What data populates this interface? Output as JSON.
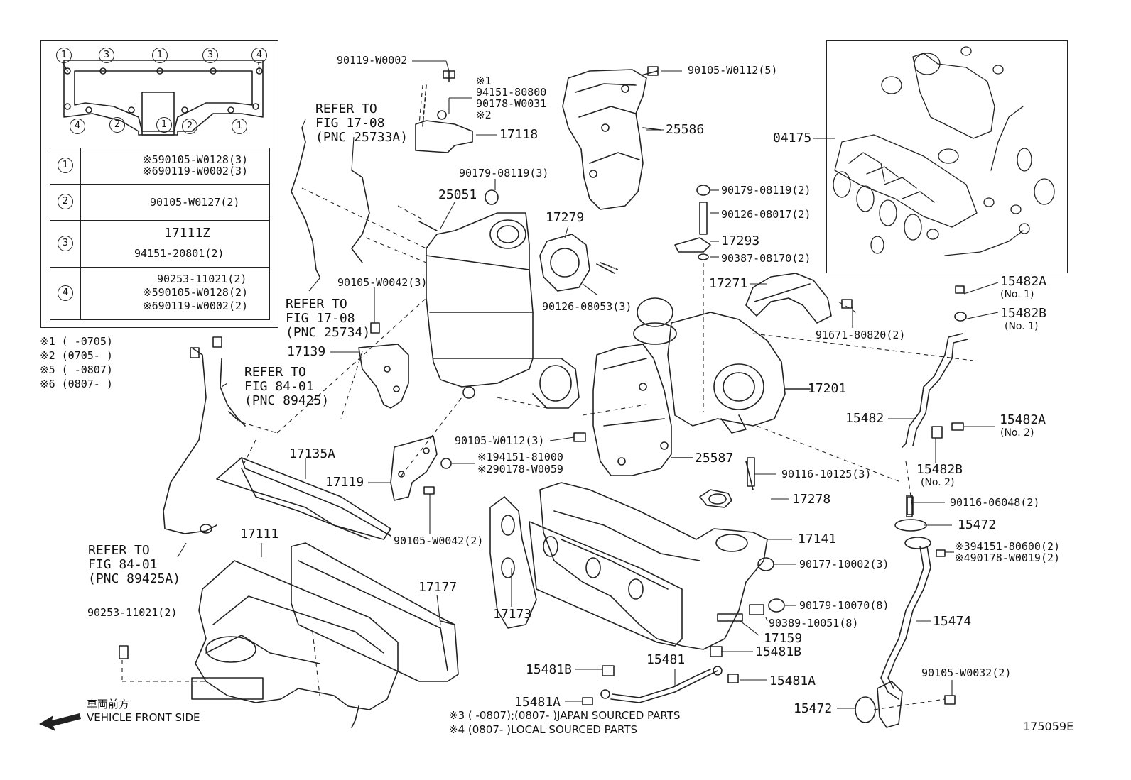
{
  "diagram_id": "175059E",
  "direction": {
    "jp": "車両前方",
    "en": "VEHICLE FRONT SIDE"
  },
  "footnotes": {
    "n1": "※1 (      -0705)",
    "n2": "※2 (0705-      )",
    "n5": "※5 (      -0807)",
    "n6": "※6 (0807-      )"
  },
  "sourcing_notes": {
    "s3": "※3 (      -0807);(0807-      )JAPAN SOURCED PARTS",
    "s4": "※4 (0807-      )LOCAL SOURCED PARTS"
  },
  "legend": {
    "gasket_numbers_top": [
      "1",
      "3",
      "1",
      "3",
      "4"
    ],
    "gasket_numbers_bottom": [
      "4",
      "2",
      "1",
      "2",
      "1"
    ],
    "rows": [
      {
        "num": "1",
        "lines": [
          "※590105-W0128(3)",
          "※690119-W0002(3)"
        ]
      },
      {
        "num": "2",
        "lines": [
          "90105-W0127(2)"
        ]
      },
      {
        "num": "3",
        "lines": [
          "17111Z",
          "94151-20801(2)"
        ]
      },
      {
        "num": "4",
        "lines": [
          "90253-11021(2)",
          "※590105-W0128(2)",
          "※690119-W0002(2)"
        ]
      }
    ]
  },
  "refer": {
    "r1": [
      "REFER TO",
      "FIG 17-08",
      "(PNC 25733A)"
    ],
    "r2": [
      "REFER TO",
      "FIG 17-08",
      "(PNC 25734)"
    ],
    "r3": [
      "REFER TO",
      "FIG 84-01",
      "(PNC 89425)"
    ],
    "r4": [
      "REFER TO",
      "FIG 84-01",
      "(PNC 89425A)"
    ]
  },
  "parts": {
    "p90119_w0002": "90119-W0002",
    "p_n1": "※1",
    "p94151_80800": "94151-80800",
    "p90178_w0031": "90178-W0031",
    "p_n2": "※2",
    "p17118": "17118",
    "p90105_w0112_5": "90105-W0112(5)",
    "p25586": "25586",
    "p04175": "04175",
    "p90179_08119_3": "90179-08119(3)",
    "p25051": "25051",
    "p17279": "17279",
    "p90179_08119_2": "90179-08119(2)",
    "p90126_08017_2": "90126-08017(2)",
    "p17293": "17293",
    "p90387_08170_2": "90387-08170(2)",
    "p17271": "17271",
    "p15482a_1": "15482A",
    "p15482a_1_no": "(No. 1)",
    "p15482b_1": "15482B",
    "p15482b_1_no": "(No. 1)",
    "p90105_w0042_3": "90105-W0042(3)",
    "p90126_08053_3": "90126-08053(3)",
    "p91671_80820_2": "91671-80820(2)",
    "p17139": "17139",
    "p17201": "17201",
    "p15482": "15482",
    "p15482a_2": "15482A",
    "p15482a_2_no": "(No. 2)",
    "p90105_w0112_3": "90105-W0112(3)",
    "p194151_81000": "※194151-81000",
    "p290178_w0059": "※290178-W0059",
    "p25587": "25587",
    "p15482b_2": "15482B",
    "p15482b_2_no": "(No. 2)",
    "p17135a": "17135A",
    "p17119": "17119",
    "p90116_10125_3": "90116-10125(3)",
    "p17278": "17278",
    "p90116_06048_2": "90116-06048(2)",
    "p15472_top": "15472",
    "p90105_w0042_2": "90105-W0042(2)",
    "p17111": "17111",
    "p17141": "17141",
    "p394151_80600_2": "※394151-80600(2)",
    "p490178_w0019_2": "※490178-W0019(2)",
    "p90177_10002_3": "90177-10002(3)",
    "p17177": "17177",
    "p17173": "17173",
    "p90179_10070_8": "90179-10070(8)",
    "p90389_10051_8": "90389-10051(8)",
    "p90253_11021_2": "90253-11021(2)",
    "p15474": "15474",
    "p17159": "17159",
    "p15481b_r": "15481B",
    "p15481": "15481",
    "p15481b_l": "15481B",
    "p90105_w0032_2": "90105-W0032(2)",
    "p15481a_l": "15481A",
    "p15481a_r": "15481A",
    "p15472_bot": "15472"
  }
}
